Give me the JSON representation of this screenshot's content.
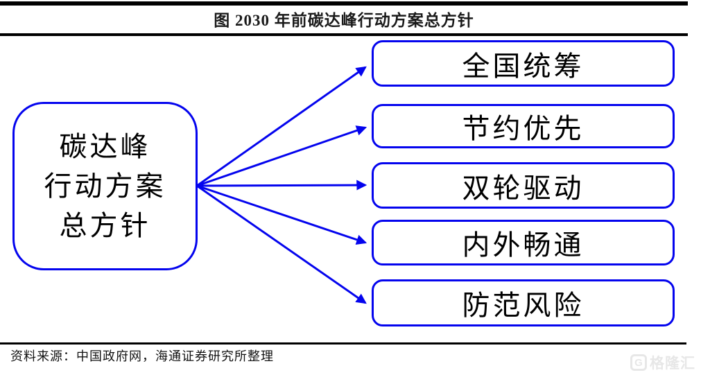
{
  "colors": {
    "accent_blue": "#0404ee",
    "rule_black": "#000000",
    "watermark_gray": "#e7e7e7"
  },
  "header": {
    "title": "图  2030 年前碳达峰行动方案总方针"
  },
  "diagram": {
    "root": {
      "lines": [
        "碳达峰",
        "行动方案",
        "总方针"
      ]
    },
    "branches": [
      {
        "label": "全国统筹"
      },
      {
        "label": "节约优先"
      },
      {
        "label": "双轮驱动"
      },
      {
        "label": "内外畅通"
      },
      {
        "label": "防范风险"
      }
    ]
  },
  "footer": {
    "source": "资料来源：中国政府网，海通证券研究所整理"
  },
  "watermark": {
    "icon": "G",
    "brand": "格隆汇"
  }
}
